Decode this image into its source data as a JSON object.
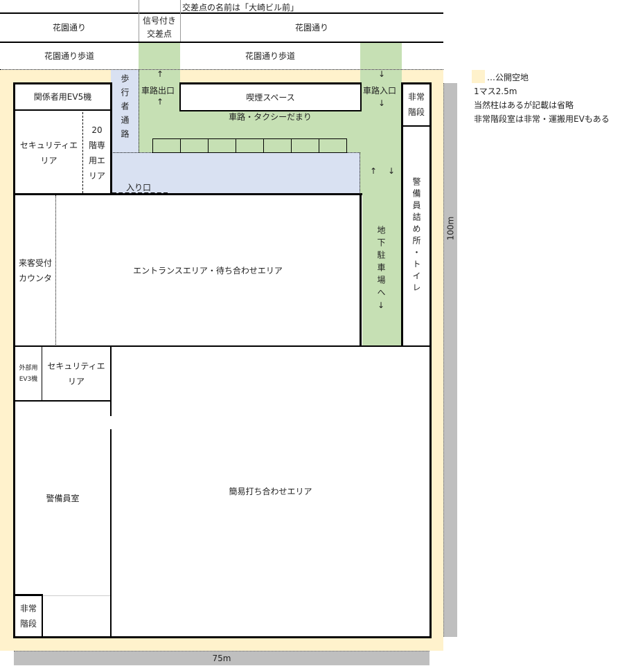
{
  "header": {
    "intersection_name_note": "交差点の名前は「大崎ビル前」",
    "street_left": "花園通り",
    "signal_intersection": "信号付き交差点",
    "street_right": "花園通り",
    "sidewalk_left": "花園通り歩道",
    "sidewalk_right": "花園通り歩道"
  },
  "plan": {
    "pedestrian_path": "歩行者通路",
    "car_exit": "車路出口",
    "car_entrance": "車路入口",
    "smoking_space": "喫煙スペース",
    "taxi_pool": "車路・タクシーだまり",
    "emergency_stairs_top": "非常階段",
    "staff_ev": "関係者用EV5機",
    "security_area_top": "セキュリティエリア",
    "floor20_area": "20階専用エリア",
    "entrance_label": "入り口",
    "reception": "来客受付カウンタ",
    "entrance_area": "エントランスエリア・待ち合わせエリア",
    "underground_parking": "地下駐車場へ↓",
    "guard_post": "警備員詰め所・トイレ",
    "external_ev": "外部用EV3機",
    "security_area_bottom": "セキュリティエリア",
    "guard_room": "警備員室",
    "meeting_area": "簡易打ち合わせエリア",
    "emergency_stairs_bottom": "非常階段",
    "arrow_up": "↑",
    "arrow_down": "↓",
    "width_label": "75m",
    "height_label": "100m"
  },
  "legend": {
    "public_space": "…公開空地",
    "grid_scale": "1マス2.5m",
    "pillars_note": "当然柱はあるが記載は省略",
    "stairs_note": "非常階段室は非常・運搬用EVもある"
  },
  "colors": {
    "public_space": "#fff2cc",
    "car_lane": "#c6e0b4",
    "pedestrian": "#d9e1f2",
    "dimension_bar": "#bfbfbf"
  }
}
